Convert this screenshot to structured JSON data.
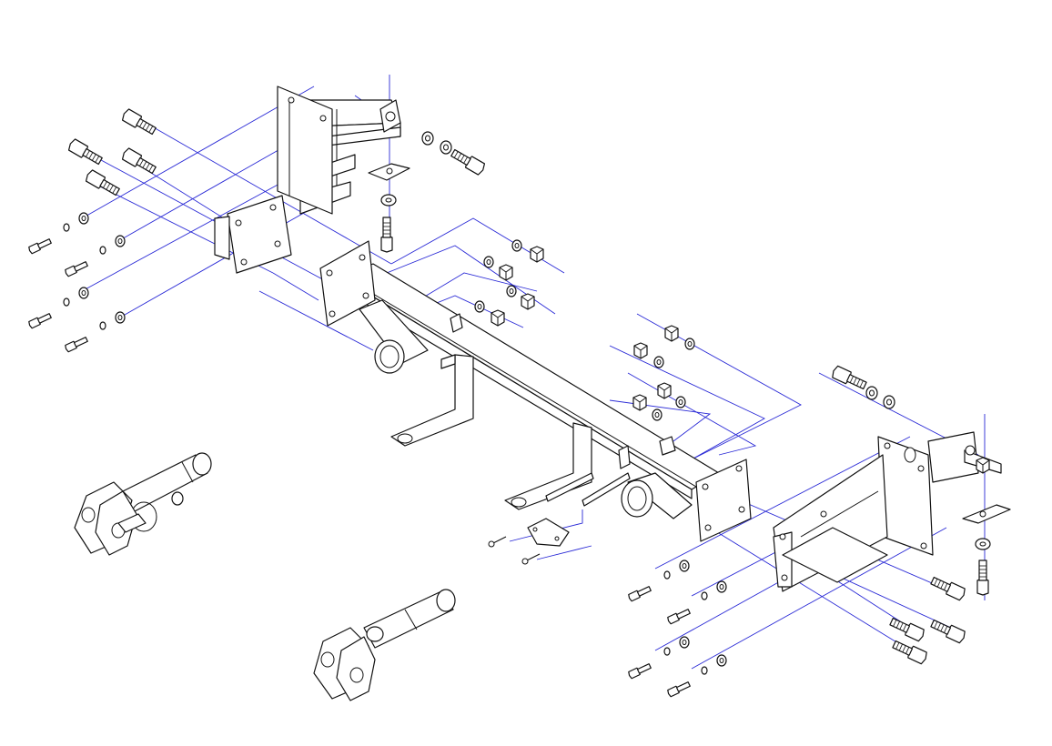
{
  "diagram": {
    "kind": "exploded-assembly",
    "colors": {
      "line_art": "#111111",
      "leader_lines": "#2a2ad6",
      "background": "#ffffff"
    },
    "components": [
      "main-crossbar",
      "left-bracket-assembly",
      "right-bracket-assembly",
      "left-safety-tab",
      "right-safety-tab",
      "center-plate",
      "tow-pin-clevis-left",
      "tow-pin-clevis-right",
      "hex-bolts",
      "washers",
      "hex-nuts",
      "screws"
    ]
  }
}
